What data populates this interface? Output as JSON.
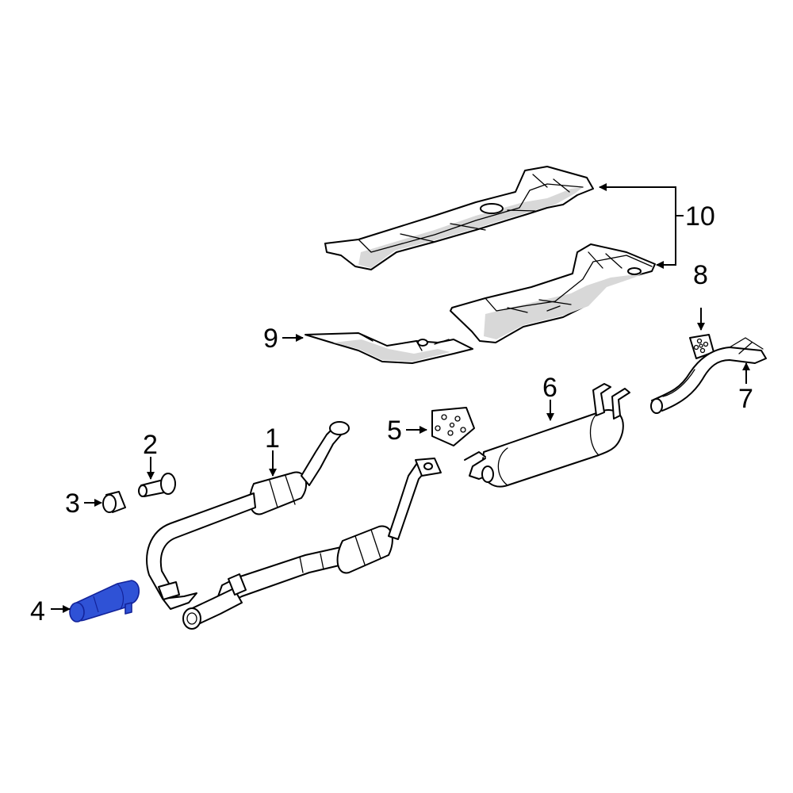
{
  "callouts": [
    {
      "id": "1",
      "text": "1"
    },
    {
      "id": "2",
      "text": "2"
    },
    {
      "id": "3",
      "text": "3"
    },
    {
      "id": "4",
      "text": "4"
    },
    {
      "id": "5",
      "text": "5"
    },
    {
      "id": "6",
      "text": "6"
    },
    {
      "id": "7",
      "text": "7"
    },
    {
      "id": "8",
      "text": "8"
    },
    {
      "id": "9",
      "text": "9"
    },
    {
      "id": "10",
      "text": "10"
    }
  ],
  "highlighted_part": "4",
  "colors": {
    "highlight": "#2f52d6",
    "line": "#000000",
    "background": "#ffffff"
  }
}
